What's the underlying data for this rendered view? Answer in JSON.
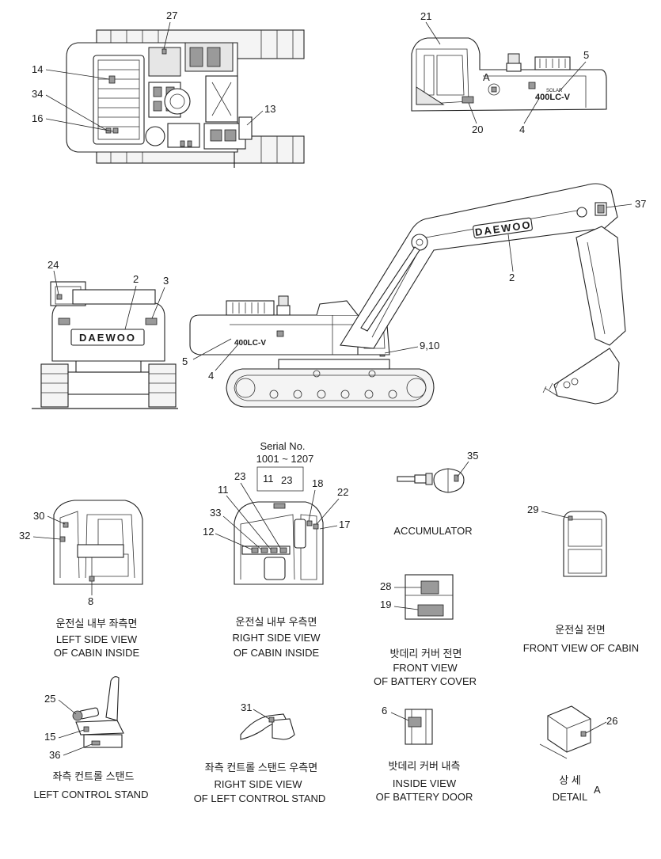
{
  "brand": {
    "logo_top": "DAEWOO",
    "logo_front": "DAEWOO",
    "model": "400LC-V",
    "model_small": "SOLAR"
  },
  "callouts": {
    "c27": "27",
    "c14": "14",
    "c34": "34",
    "c16": "16",
    "c13": "13",
    "c21": "21",
    "c5a": "5",
    "cA": "A",
    "c20": "20",
    "c4a": "4",
    "c37": "37",
    "c2a": "2",
    "c24": "24",
    "c2b": "2",
    "c3": "3",
    "c5b": "5",
    "c4b": "4",
    "c910": "9,10",
    "c35": "35",
    "c30": "30",
    "c32": "32",
    "c8": "8",
    "c23a": "23",
    "c11a": "11",
    "c23b": "23",
    "c18": "18",
    "c22": "22",
    "c11b": "11",
    "c33": "33",
    "c12": "12",
    "c17": "17",
    "c29": "29",
    "c28": "28",
    "c19": "19",
    "c25": "25",
    "c15": "15",
    "c36": "36",
    "c31": "31",
    "c6": "6",
    "c26": "26",
    "detailA": "A"
  },
  "serial": {
    "label": "Serial No.",
    "range": "1001 ~ 1207"
  },
  "captions": {
    "accumulator": "ACCUMULATOR",
    "left_cabin_ko": "운전실 내부 좌측면",
    "left_cabin_en1": "LEFT SIDE VIEW",
    "left_cabin_en2": "OF CABIN INSIDE",
    "right_cabin_ko": "운전실 내부 우측면",
    "right_cabin_en1": "RIGHT SIDE VIEW",
    "right_cabin_en2": "OF CABIN INSIDE",
    "battery_cover_ko": "밧데리 커버 전면",
    "battery_cover_en1": "FRONT VIEW",
    "battery_cover_en2": "OF BATTERY COVER",
    "front_cabin_ko": "운전실 전면",
    "front_cabin_en": "FRONT VIEW OF CABIN",
    "left_stand_ko": "좌측 컨트롤 스탠드",
    "left_stand_en": "LEFT CONTROL STAND",
    "right_stand_ko": "좌측 컨트롤 스탠드 우측면",
    "right_stand_en1": "RIGHT SIDE VIEW",
    "right_stand_en2": "OF LEFT CONTROL STAND",
    "battery_door_ko": "밧데리 커버 내측",
    "battery_door_en1": "INSIDE VIEW",
    "battery_door_en2": "OF BATTERY DOOR",
    "detail_ko": "상 세",
    "detail_en": "DETAIL"
  }
}
